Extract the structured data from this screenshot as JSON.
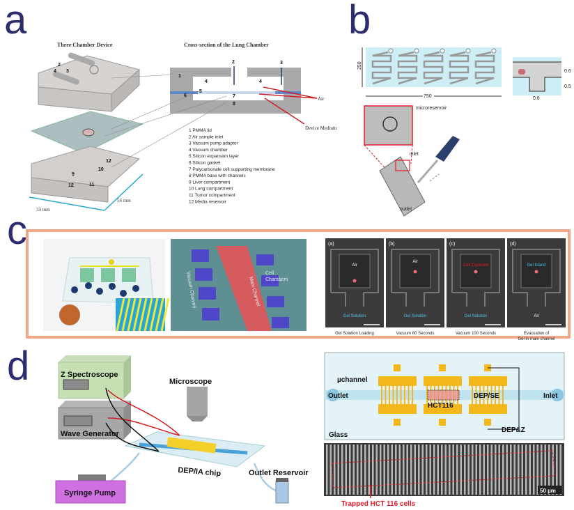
{
  "colors": {
    "panel_label": "#2b2d6e",
    "frame_c": "#f0a888",
    "accent_red": "#e0202a",
    "electrode": "#f5b81c",
    "channel": "#bfe3ef"
  },
  "panels": {
    "a": {
      "label": "a",
      "title_left": "Three Chamber Device",
      "title_right": "Cross-section of the Lung Chamber",
      "dim_width": "33 mm",
      "dim_length": "54 mm",
      "device_numbers": [
        "2",
        "4",
        "3",
        "9",
        "10",
        "12",
        "12",
        "11"
      ],
      "cross_numbers": [
        "1",
        "2",
        "3",
        "4",
        "4",
        "5",
        "6",
        "7",
        "8"
      ],
      "air_label": "Air",
      "medium_label": "Device Medium",
      "legend": [
        "1  PMMA lid",
        "2  Air sample inlet",
        "3  Vacuum pump adaptor",
        "4  Vacuum chamber",
        "5  Silicon expansion layer",
        "6  Silicon gasket",
        "7  Polycarbonate cell supporting membrane",
        "8  PMMA base with channels",
        "9  Liver compartment",
        "10  Lung compartment",
        "11  Tumor compartment",
        "12  Media reservoir"
      ]
    },
    "b": {
      "label": "b",
      "height_dim": "250",
      "width_dim": "750",
      "inset_dims": [
        "0.6",
        "0.5",
        "0.6"
      ],
      "microreservoir": "microreservoir",
      "inlet": "inlet",
      "outlet": "outlet"
    },
    "c": {
      "label": "c",
      "render_labels": {
        "vacuum": "Vacuum Channel",
        "main": "Main Channel",
        "cells": "Cell",
        "cells2": "Chambers"
      },
      "micrographs": [
        {
          "tag": "(a)",
          "top": "Air",
          "bottom": "Gel Solution",
          "caption": "Gel Solution Loading"
        },
        {
          "tag": "(b)",
          "top": "Air",
          "bottom": "Gel Solution",
          "caption": "Vacuum 60 Seconds"
        },
        {
          "tag": "(c)",
          "top": "Cell Captured",
          "bottom": "Gel Solution",
          "caption": "Vacuum 100 Seconds"
        },
        {
          "tag": "(d)",
          "top": "Gel Island",
          "bottom": "Air",
          "caption": "Evacuation of",
          "caption2": "Gel in main channel"
        }
      ]
    },
    "d": {
      "label": "d",
      "z_spectroscope": "Z Spectroscope",
      "wave_generator": "Wave Generator",
      "microscope": "Microscope",
      "chip": "DEP/IA chip",
      "outlet_reservoir": "Outlet Reservoir",
      "syringe_pump": "Syringe Pump",
      "uchannel": "µchannel",
      "outlet": "Outlet",
      "inlet": "Inlet",
      "hct": "HCT116",
      "dep_se": "DEP/SE",
      "dep_z": "DEP&Z",
      "glass": "Glass",
      "scale": "50 µm",
      "trapped": "Trapped HCT 116 cells"
    }
  }
}
